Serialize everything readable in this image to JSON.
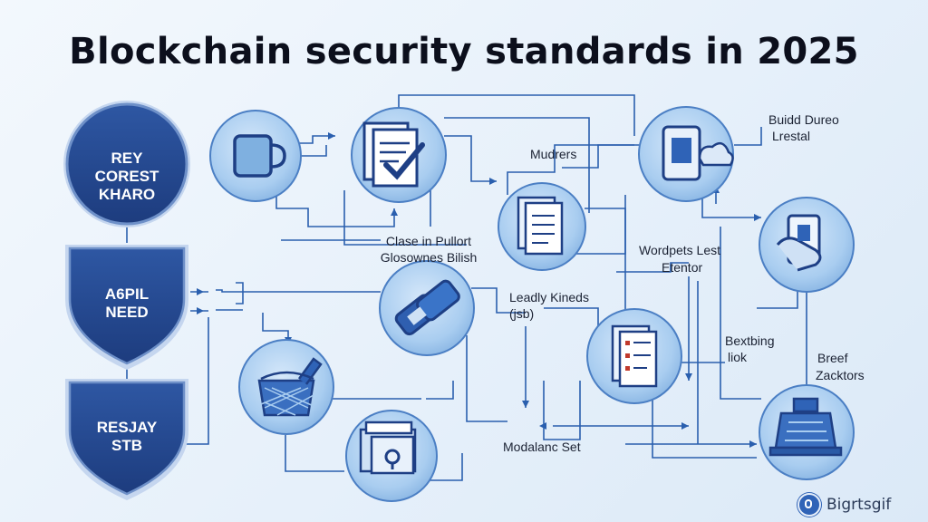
{
  "title": "Blockchain security standards in 2025",
  "shapes": {
    "top_circle": "REY COREST KHARO",
    "shield_1": "A6PIL NEED",
    "shield_2": "RESJAY STB"
  },
  "labels": {
    "mudrers": "Mudrers",
    "build_dureo": "Buidd Dureo",
    "lrestal": "Lrestal",
    "clase_1": "Clase in Pullort",
    "clase_2": "Glosownes Bilish",
    "wordpets": "Wordpets Lest",
    "etentor": "Etentor",
    "leadly": "Leadly Kineds",
    "jsb": "(jsb)",
    "bextbing": "Bextbing",
    "liok": "liok",
    "breef": "Breef",
    "zacktors": "Zacktors",
    "modalanc": "Modalanc Set"
  },
  "nodes": [
    {
      "id": "node-cup",
      "icon": "cup-icon"
    },
    {
      "id": "node-document-check",
      "icon": "document-check-icon"
    },
    {
      "id": "node-mobile-cloud",
      "icon": "mobile-cloud-icon"
    },
    {
      "id": "node-stacked-documents",
      "icon": "stacked-documents-icon"
    },
    {
      "id": "node-hand-device",
      "icon": "hand-device-icon"
    },
    {
      "id": "node-chain-link",
      "icon": "chain-link-icon"
    },
    {
      "id": "node-checklist-papers",
      "icon": "checklist-papers-icon"
    },
    {
      "id": "node-basket",
      "icon": "basket-icon"
    },
    {
      "id": "node-archive-box",
      "icon": "archive-box-icon"
    },
    {
      "id": "node-server-stand",
      "icon": "server-stand-icon"
    }
  ],
  "watermark": "Bigrtsgif",
  "colors": {
    "node_fill": "#9cc3ea",
    "node_stroke": "#3d73bd",
    "navy": "#24478f",
    "line": "#2a5fae",
    "icon": "#1e3f85"
  }
}
